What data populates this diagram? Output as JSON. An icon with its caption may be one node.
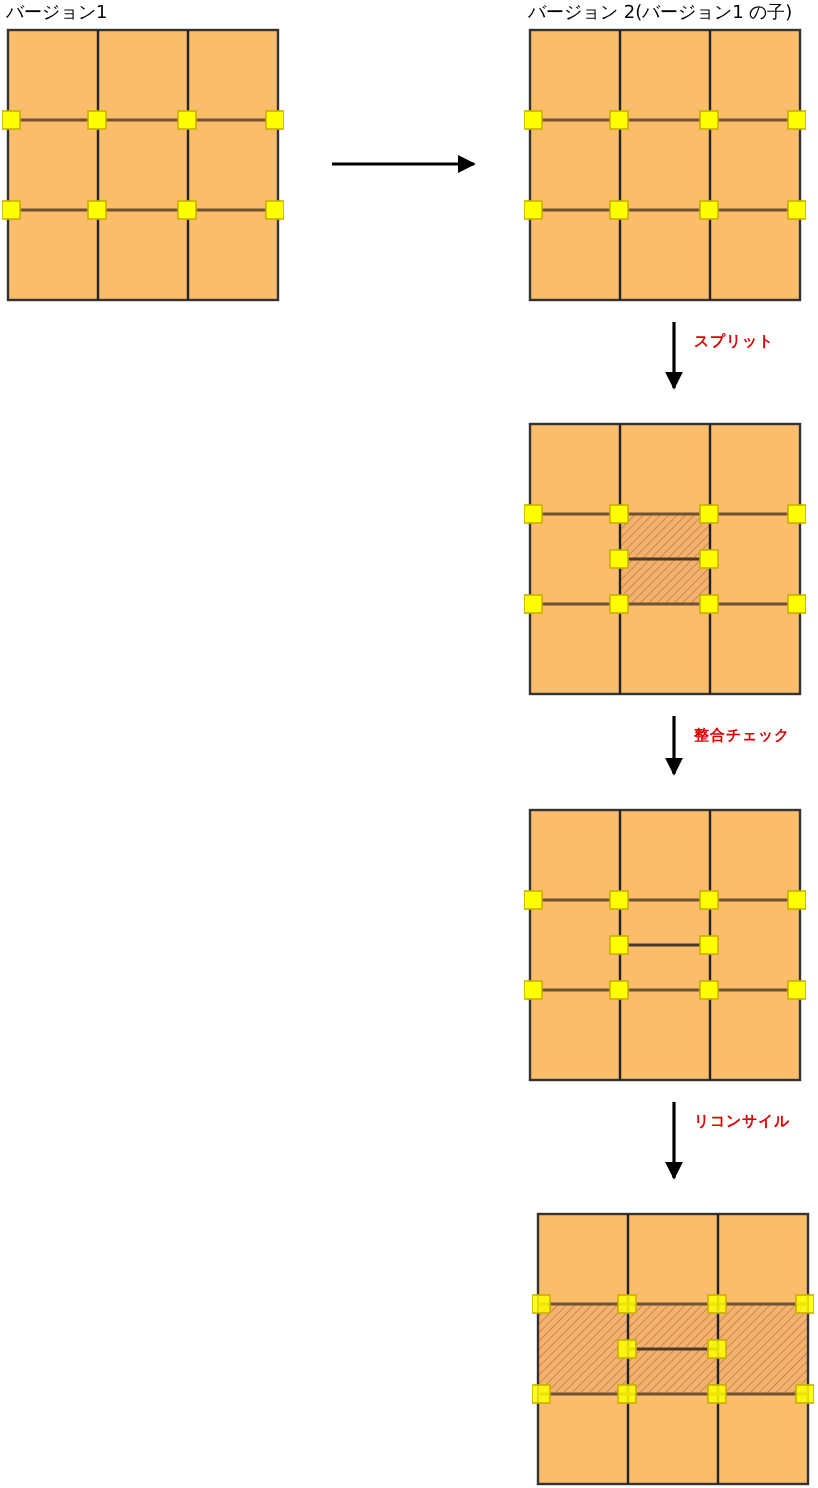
{
  "diagram": {
    "nodes": [
      {
        "text": [
          "バージョン1"
        ]
      },
      {
        "text": [
          "バージョン 2(バージョン1 の子)"
        ]
      },
      {
        "text": [],
        "shape": "box"
      },
      {
        "text": [],
        "shape": "box"
      },
      {
        "text": [],
        "shape": "box"
      }
    ],
    "edges": [
      {
        "from": 0,
        "to": 1,
        "arrow": "to"
      },
      {
        "from": 1,
        "to": 2,
        "arrow": "to",
        "label": "スプリット"
      },
      {
        "from": 2,
        "to": 3,
        "arrow": "to",
        "label": "整合チェック"
      },
      {
        "from": 3,
        "to": 4,
        "arrow": "to",
        "label": "リコンサイル"
      }
    ]
  }
}
